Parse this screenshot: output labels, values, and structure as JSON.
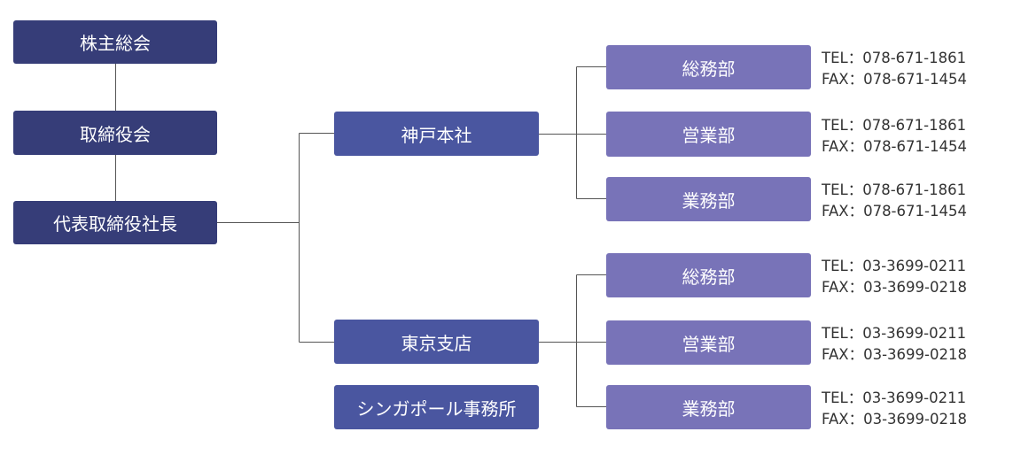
{
  "colors": {
    "executive_box": "#363d78",
    "office_box": "#4a56a0",
    "department_box": "#7873b8",
    "connector_line": "#555555",
    "contact_text": "#333333"
  },
  "executive": {
    "shareholders_meeting": "株主総会",
    "board_of_directors": "取締役会",
    "president": "代表取締役社長"
  },
  "offices": {
    "kobe": {
      "label": "神戸本社",
      "departments": [
        {
          "label": "総務部",
          "tel": "TEL：078-671-1861",
          "fax": "FAX：078-671-1454"
        },
        {
          "label": "営業部",
          "tel": "TEL：078-671-1861",
          "fax": "FAX：078-671-1454"
        },
        {
          "label": "業務部",
          "tel": "TEL：078-671-1861",
          "fax": "FAX：078-671-1454"
        }
      ]
    },
    "tokyo": {
      "label": "東京支店",
      "departments": [
        {
          "label": "総務部",
          "tel": "TEL：03-3699-0211",
          "fax": "FAX：03-3699-0218"
        },
        {
          "label": "営業部",
          "tel": "TEL：03-3699-0211",
          "fax": "FAX：03-3699-0218"
        },
        {
          "label": "業務部",
          "tel": "TEL：03-3699-0211",
          "fax": "FAX：03-3699-0218"
        }
      ]
    },
    "singapore": {
      "label": "シンガポール事務所"
    }
  }
}
